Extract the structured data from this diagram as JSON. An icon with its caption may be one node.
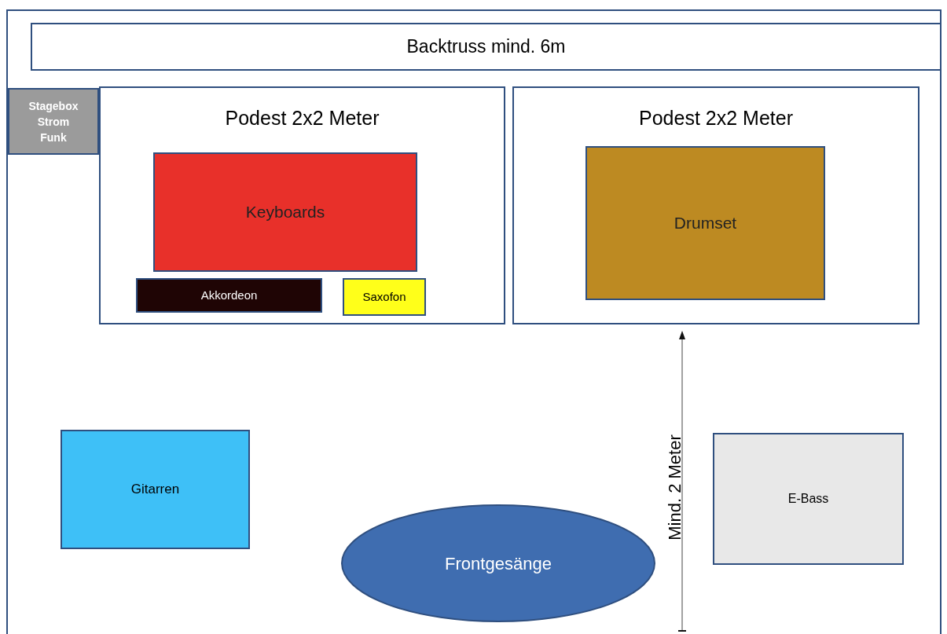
{
  "diagram": {
    "nodes": [
      {
        "text": [],
        "shape": "box"
      },
      {
        "text": [
          "Backtruss mind. 6m"
        ],
        "in": 0
      },
      {
        "text": [
          "Stagebox Strom Funk"
        ],
        "in": 0
      },
      {
        "text": [
          "Podest 2x2 Meter"
        ],
        "in": 0
      },
      {
        "text": [
          "Keyboards"
        ],
        "in": 3
      },
      {
        "text": [
          "Akkordeon"
        ],
        "in": 3
      },
      {
        "text": [
          "Saxofon"
        ],
        "in": 3
      },
      {
        "text": [
          "Podest 2x2 Meter"
        ],
        "in": 0
      },
      {
        "text": [
          "Drumset"
        ],
        "in": 7
      },
      {
        "text": [
          "Gitarren"
        ],
        "in": 0
      },
      {
        "text": [
          "Frontgesänge"
        ],
        "in": 0
      },
      {
        "text": [
          "E-Bass"
        ],
        "in": 0
      }
    ],
    "edges": [],
    "labels": [
      "Mind. 2 Meter"
    ]
  }
}
